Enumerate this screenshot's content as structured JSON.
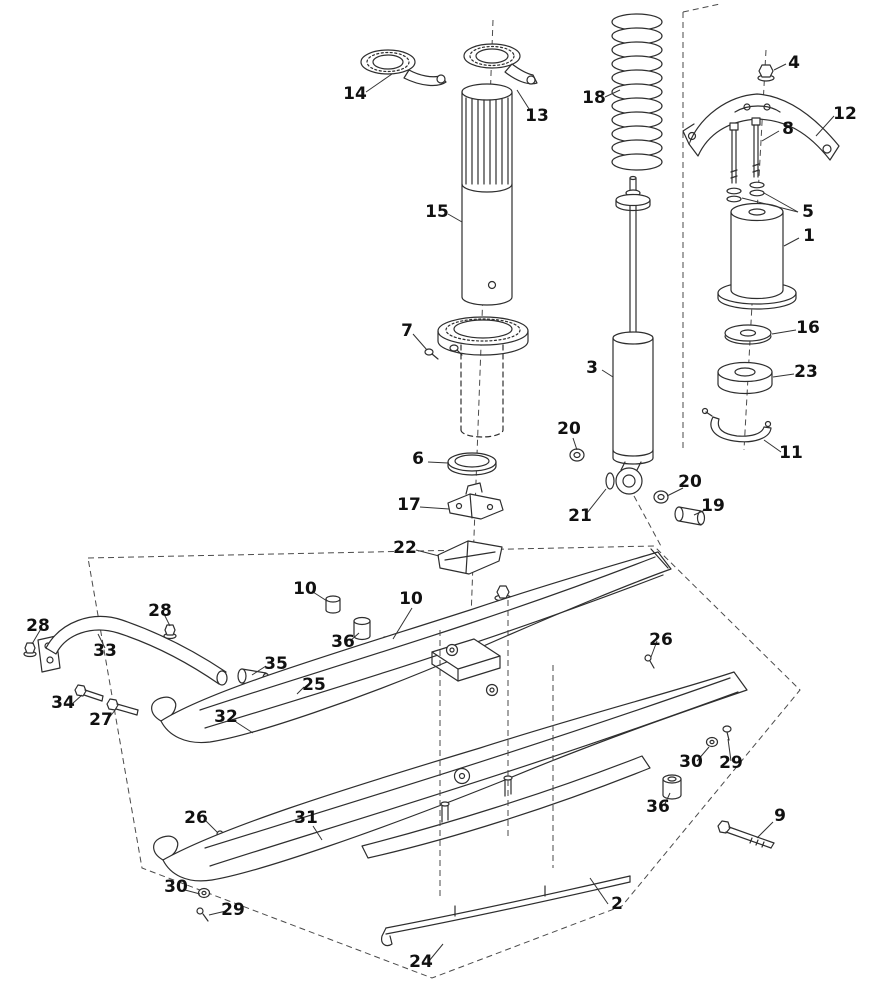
{
  "diagram": {
    "type": "exploded-parts-diagram",
    "subject": "ski-and-front-suspension-assembly",
    "colors": {
      "background": "#ffffff",
      "line": "#2e2e2e",
      "label": "#111111"
    },
    "callouts": {
      "p1": "1",
      "p2": "2",
      "p3": "3",
      "p4": "4",
      "p5": "5",
      "p6": "6",
      "p7": "7",
      "p8": "8",
      "p9": "9",
      "p10a": "10",
      "p10b": "10",
      "p11": "11",
      "p12": "12",
      "p13": "13",
      "p14": "14",
      "p15": "15",
      "p16": "16",
      "p17": "17",
      "p18": "18",
      "p19": "19",
      "p20a": "20",
      "p20b": "20",
      "p21": "21",
      "p22": "22",
      "p23": "23",
      "p24": "24",
      "p25": "25",
      "p26a": "26",
      "p26b": "26",
      "p27": "27",
      "p28a": "28",
      "p28b": "28",
      "p29a": "29",
      "p29b": "29",
      "p30a": "30",
      "p30b": "30",
      "p31": "31",
      "p32": "32",
      "p33": "33",
      "p34": "34",
      "p35": "35",
      "p36a": "36",
      "p36b": "36"
    }
  }
}
